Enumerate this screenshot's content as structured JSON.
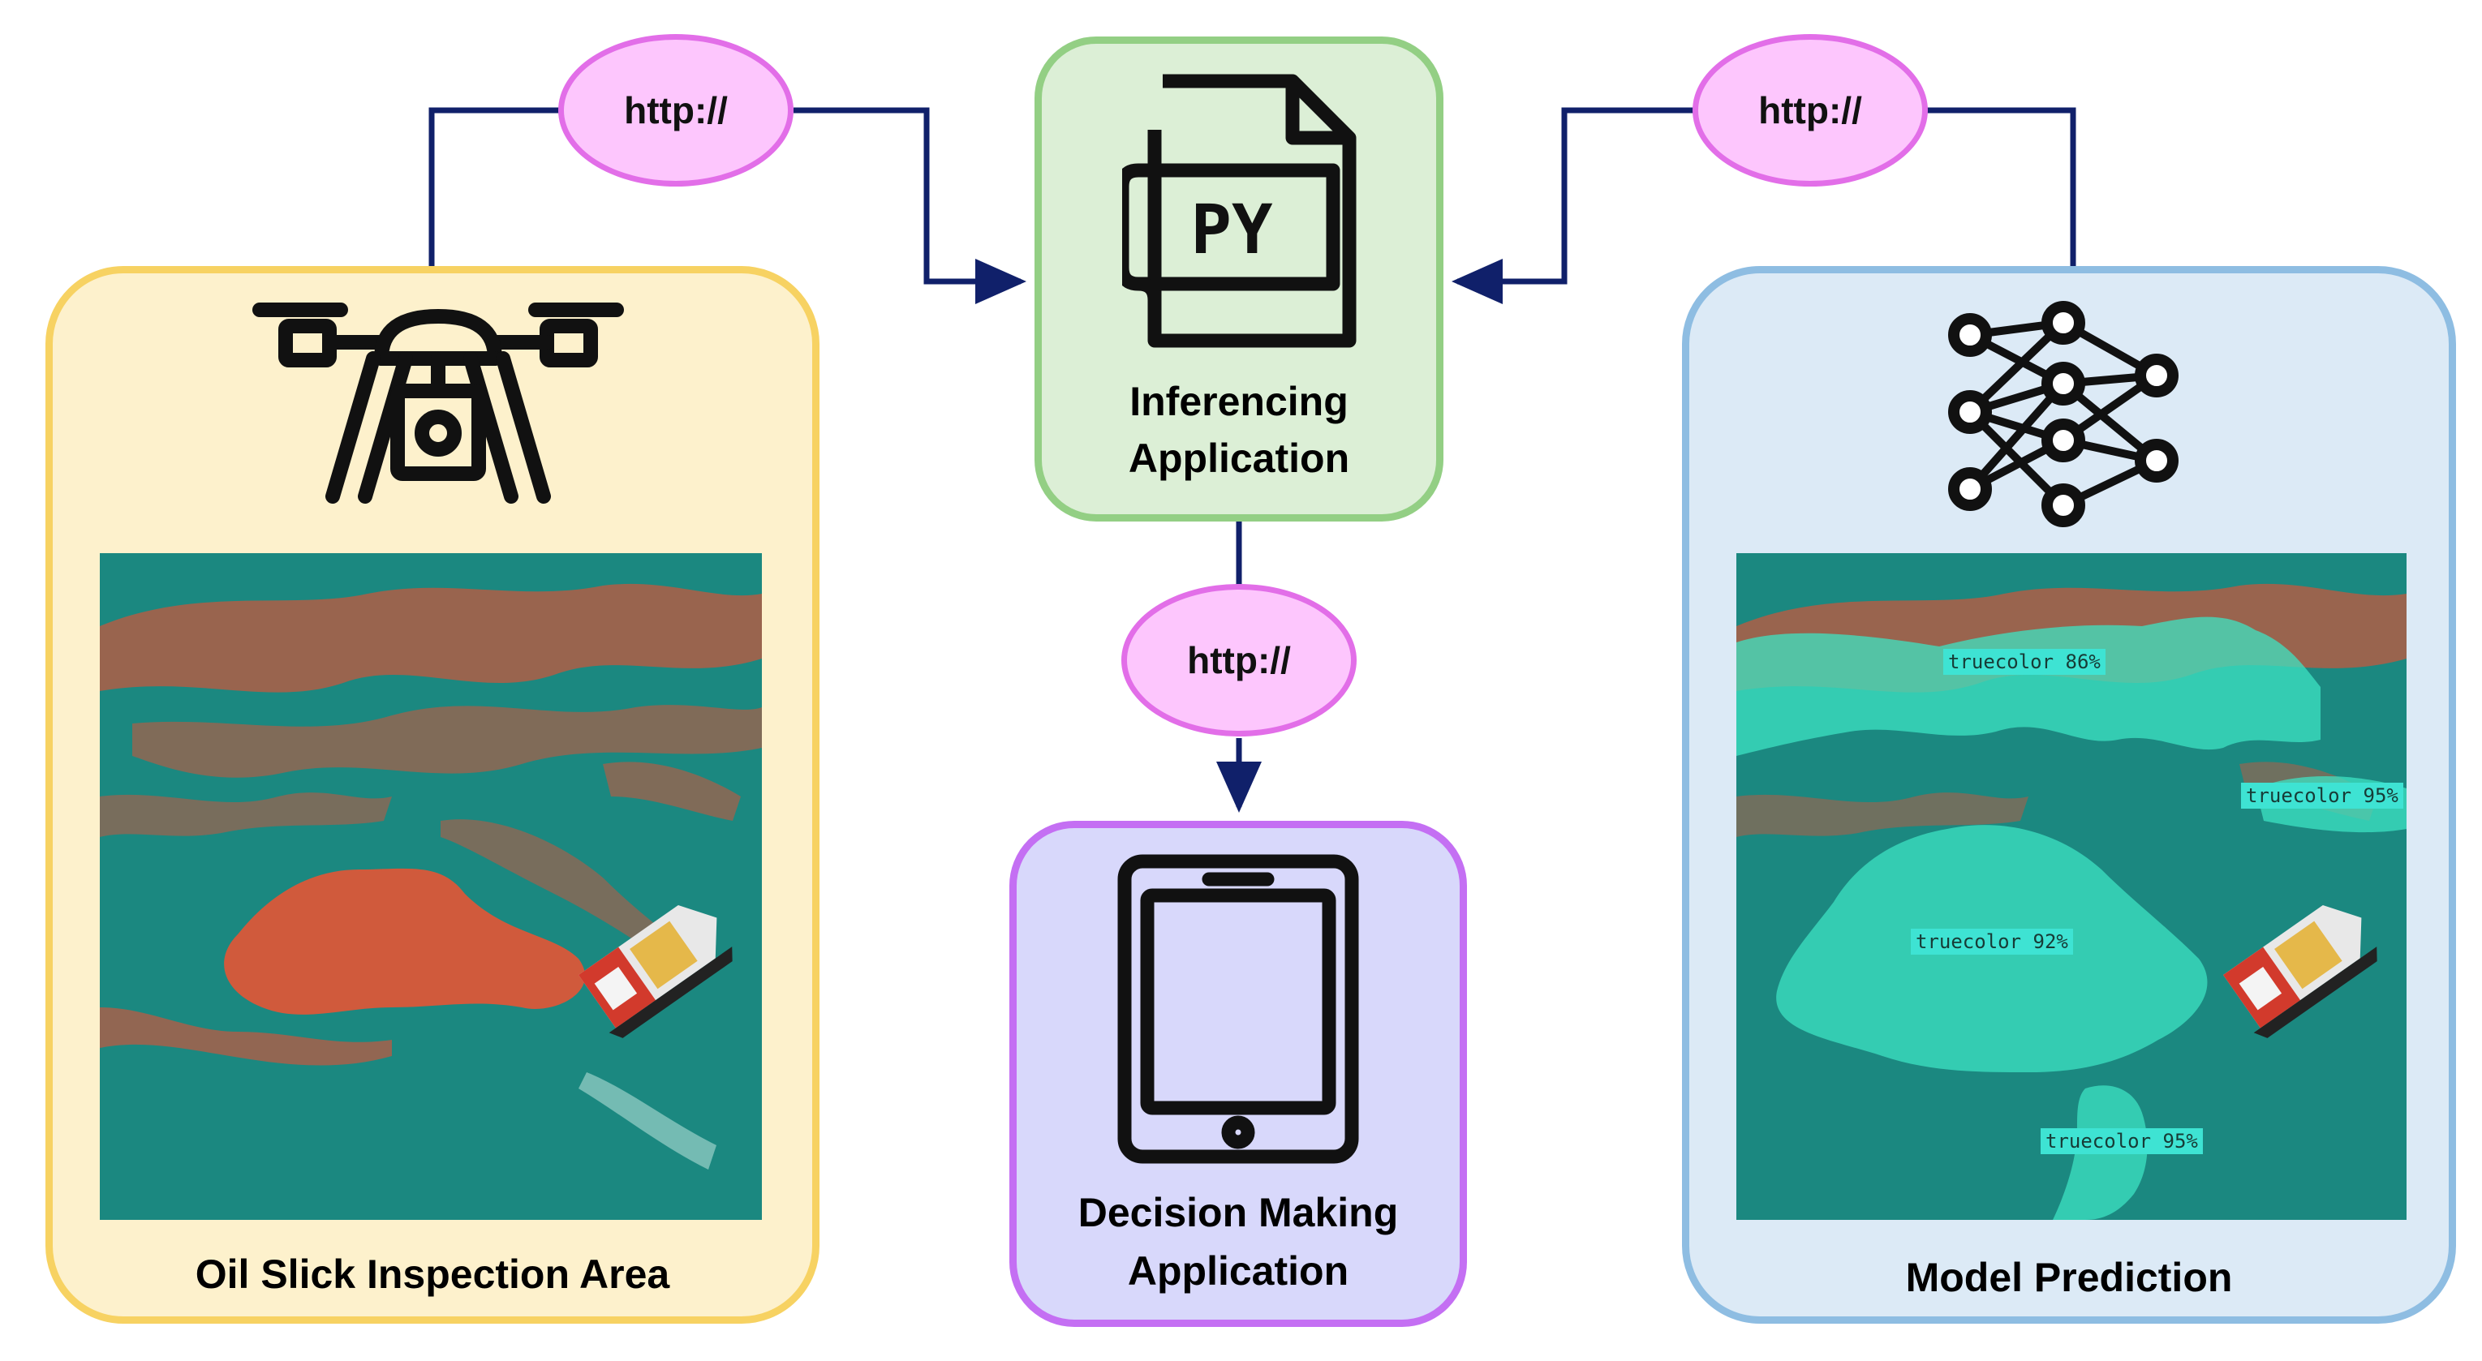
{
  "panels": {
    "oil_slick": {
      "title": "Oil Slick Inspection Area",
      "icon": "drone-camera-icon"
    },
    "inferencing": {
      "title_line1": "Inferencing",
      "title_line2": "Application",
      "icon": "python-file-icon",
      "icon_text": "PY"
    },
    "decision": {
      "title_line1": "Decision Making",
      "title_line2": "Application",
      "icon": "tablet-icon"
    },
    "model": {
      "title": "Model Prediction",
      "icon": "neural-network-icon"
    }
  },
  "connectors": {
    "left_protocol": "http://",
    "right_protocol": "http://",
    "bottom_protocol": "http://"
  },
  "predictions": [
    {
      "label": "truecolor 86%"
    },
    {
      "label": "truecolor 95%"
    },
    {
      "label": "truecolor 92%"
    },
    {
      "label": "truecolor 95%"
    }
  ],
  "colors": {
    "panel_left_fill": "#fdf1cc",
    "panel_left_border": "#f7d262",
    "panel_mid_fill": "#dcefd6",
    "panel_mid_border": "#93cf84",
    "panel_dec_fill": "#d8d8fb",
    "panel_dec_border": "#c46ff3",
    "panel_right_fill": "#dceaf6",
    "panel_right_border": "#8ebde2",
    "ellipse_fill": "#fdc6fd",
    "ellipse_border": "#e26ee8",
    "connector": "#10206a",
    "sea": "#1f8f86",
    "oil": "#c4583e",
    "mask": "#3ee3c3"
  }
}
